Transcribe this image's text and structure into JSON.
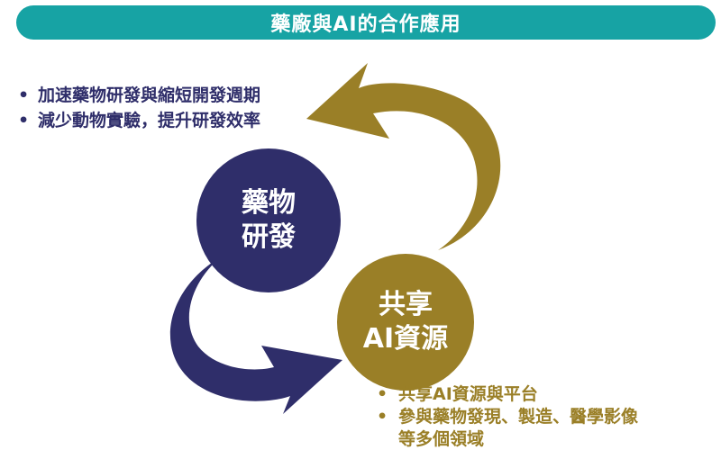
{
  "header": {
    "title": "藥廠與AI的合作應用"
  },
  "colors": {
    "header_teal": "#17a3a4",
    "drug_navy": "#2f2e6a",
    "ai_gold": "#9a7f27"
  },
  "drug_circle": {
    "line1": "藥物",
    "line2": "研發"
  },
  "ai_circle": {
    "line1": "共享",
    "line2": "AI資源"
  },
  "drug_benefits": {
    "bullet": "•",
    "items": [
      "加速藥物研發與縮短開發週期",
      "減少動物實驗，提升研發效率"
    ]
  },
  "ai_benefits": {
    "bullet": "•",
    "items": [
      "共享AI資源與平台",
      "參與藥物發現、製造、醫學影像\n等多個領域"
    ]
  }
}
